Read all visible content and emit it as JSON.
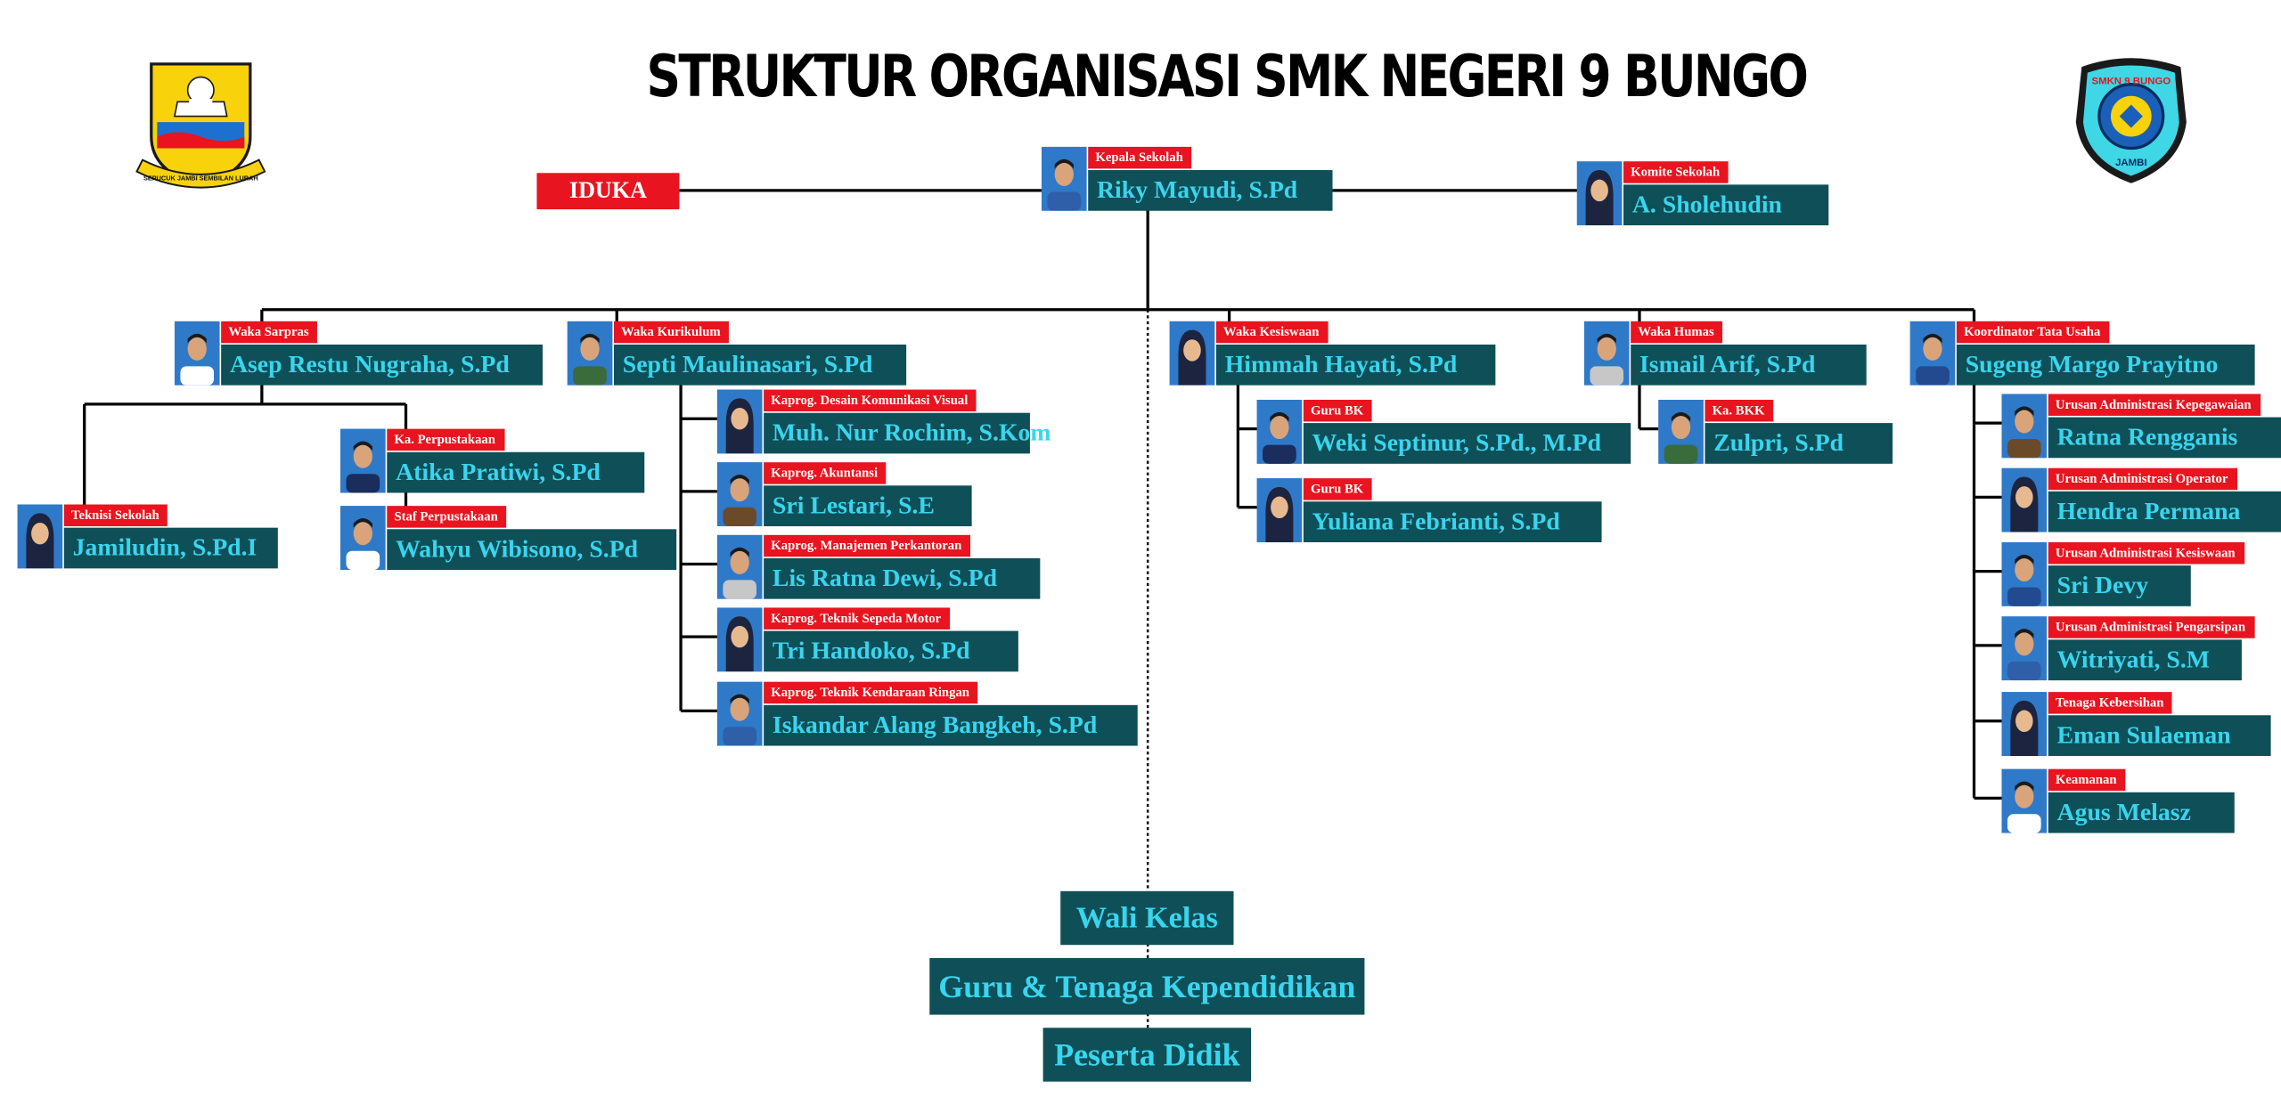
{
  "title": "STRUKTUR ORGANISASI SMK NEGERI 9 BUNGO",
  "logos": {
    "left_motto": "SEPUCUK JAMBI SEMBILAN LURAH",
    "right_top": "SMKN 9 BUNGO",
    "right_bottom": "JAMBI"
  },
  "iduka": "IDUKA",
  "leaders": {
    "kepsek": {
      "role": "Kepala Sekolah",
      "name": "Riky Mayudi, S.Pd"
    },
    "komite": {
      "role": "Komite Sekolah",
      "name": "A. Sholehudin"
    }
  },
  "wakas": [
    {
      "role": "Waka Sarpras",
      "name": "Asep Restu Nugraha, S.Pd"
    },
    {
      "role": "Waka Kurikulum",
      "name": "Septi Maulinasari, S.Pd"
    },
    {
      "role": "Waka Kesiswaan",
      "name": "Himmah Hayati, S.Pd"
    },
    {
      "role": "Waka Humas",
      "name": "Ismail Arif, S.Pd"
    },
    {
      "role": "Koordinator Tata Usaha",
      "name": "Sugeng Margo Prayitno"
    }
  ],
  "sarpras": [
    {
      "role": "Teknisi Sekolah",
      "name": "Jamiludin, S.Pd.I"
    },
    {
      "role": "Ka. Perpustakaan",
      "name": "Atika Pratiwi, S.Pd"
    },
    {
      "role": "Staf Perpustakaan",
      "name": "Wahyu Wibisono, S.Pd"
    }
  ],
  "kurikulum": [
    {
      "role": "Kaprog. Desain Komunikasi Visual",
      "name": "Muh. Nur Rochim, S.Kom"
    },
    {
      "role": "Kaprog. Akuntansi",
      "name": "Sri Lestari, S.E"
    },
    {
      "role": "Kaprog. Manajemen Perkantoran",
      "name": "Lis Ratna Dewi, S.Pd"
    },
    {
      "role": "Kaprog. Teknik Sepeda Motor",
      "name": "Tri Handoko, S.Pd"
    },
    {
      "role": "Kaprog. Teknik Kendaraan Ringan",
      "name": "Iskandar Alang Bangkeh, S.Pd"
    }
  ],
  "kesiswaan": [
    {
      "role": "Guru BK",
      "name": "Weki Septinur, S.Pd., M.Pd"
    },
    {
      "role": "Guru BK",
      "name": "Yuliana Febrianti, S.Pd"
    }
  ],
  "humas": [
    {
      "role": "Ka. BKK",
      "name": "Zulpri, S.Pd"
    }
  ],
  "tu": [
    {
      "role": "Urusan Administrasi Kepegawaian",
      "name": "Ratna Rengganis"
    },
    {
      "role": "Urusan Administrasi Operator",
      "name": "Hendra Permana"
    },
    {
      "role": "Urusan Administrasi Kesiswaan",
      "name": "Sri Devy"
    },
    {
      "role": "Urusan Administrasi Pengarsipan",
      "name": "Witriyati, S.M"
    },
    {
      "role": "Tenaga Kebersihan",
      "name": "Eman Sulaeman"
    },
    {
      "role": "Keamanan",
      "name": "Agus Melasz"
    }
  ],
  "bottom": {
    "wali": "Wali Kelas",
    "guru": "Guru & Tenaga Kependidikan",
    "siswa": "Peserta Didik"
  },
  "colors": {
    "role_bg": "#e8141f",
    "name_bg": "#0f4f57",
    "name_text": "#39d5ef",
    "photo_bg": "#2f79c9"
  }
}
